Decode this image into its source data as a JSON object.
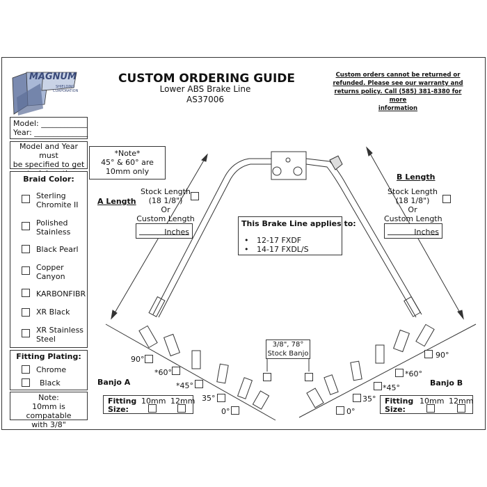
{
  "header": {
    "title": "CUSTOM ORDERING GUIDE",
    "subtitle": "Lower ABS Brake Line",
    "part_number": "AS37006",
    "policy_note": [
      "Custom orders cannot be returned or",
      "refunded. Please see our warranty and",
      "returns policy. Call (585) 381-8380 for more",
      "information"
    ]
  },
  "logo": {
    "name": "MAGNUM",
    "line1": "SHIELDING",
    "line2": "CORPORATION"
  },
  "vehicle": {
    "model_label": "Model: ____________",
    "year_label": "Year: ______________",
    "note": [
      "Model and Year must",
      "be specified to get",
      "stock lengths"
    ]
  },
  "note_box": {
    "title": "*Note*",
    "line1": "45° & 60° are",
    "line2": "10mm only"
  },
  "braid": {
    "title": "Braid Color:",
    "options": [
      {
        "l1": "Sterling",
        "l2": "Chromite II"
      },
      {
        "l1": "Polished",
        "l2": "Stainless"
      },
      {
        "l1": "Black Pearl",
        "l2": ""
      },
      {
        "l1": "Copper",
        "l2": "Canyon"
      },
      {
        "l1": "KARBONFIBR",
        "l2": ""
      },
      {
        "l1": "XR Black",
        "l2": ""
      },
      {
        "l1": "XR Stainless",
        "l2": "Steel"
      }
    ]
  },
  "plating": {
    "title": "Fitting Plating:",
    "chrome": "Chrome",
    "black": "Black"
  },
  "bottom_note": {
    "title": "Note:",
    "line1": "10mm is compatable",
    "line2": "with 3/8\""
  },
  "a_length": {
    "label": "A Length",
    "stock": "Stock Length",
    "stock_value": "(18 1/8\")",
    "or": "Or",
    "custom": "Custom Length",
    "unit": "Inches"
  },
  "b_length": {
    "label": "B Length",
    "stock": "Stock Length",
    "stock_value": "(18 1/8\")",
    "or": "Or",
    "custom": "Custom Length",
    "unit": "Inches"
  },
  "applies": {
    "title": "This Brake Line applies to:",
    "items": [
      "12-17 FXDF",
      "14-17 FXDL/S"
    ]
  },
  "stock_banjo": {
    "line1": "3/8\", 78°",
    "line2": "Stock Banjo"
  },
  "banjo_a": {
    "label": "Banjo A",
    "angles": [
      "90°",
      "*60°",
      "*45°",
      "35°",
      "0°"
    ],
    "fitting_label": "Fitting",
    "size_label": "Size:",
    "mm10": "10mm",
    "mm12": "12mm"
  },
  "banjo_b": {
    "label": "Banjo B",
    "angles": [
      "90°",
      "*60°",
      "*45°",
      "35°",
      "0°"
    ],
    "fitting_label": "Fitting",
    "size_label": "Size:",
    "mm10": "10mm",
    "mm12": "12mm"
  }
}
